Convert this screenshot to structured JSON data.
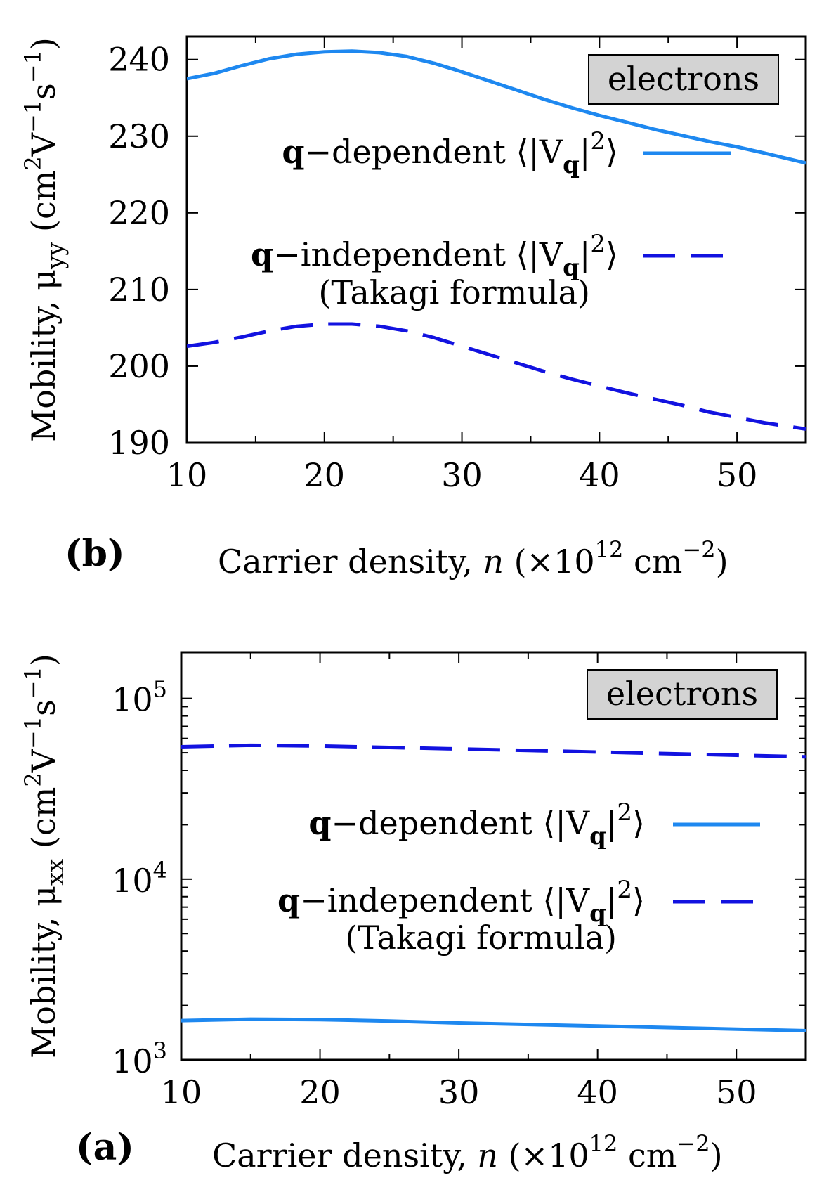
{
  "colors": {
    "q_dependent": "#1e88f0",
    "q_independent": "#1212e0",
    "label_box": "#d3d3d3"
  },
  "chart_data": [
    {
      "panel": "(b)",
      "type": "line",
      "box_label": "electrons",
      "xlabel": "Carrier density, n (×10^12 cm^−2)",
      "xlabel_parts": {
        "prefix": "Carrier density, ",
        "var": "n",
        "mid": " (×10",
        "exp1": "12",
        "unit": " cm",
        "exp2": "−2",
        "close": ")"
      },
      "ylabel": "Mobility, μyy (cm^2V^−1s^−1)",
      "ylabel_parts": {
        "prefix": "Mobility, μ",
        "sub": "yy",
        "unit_open": " (cm",
        "e1": "2",
        "v": "V",
        "e2": "−1",
        "s": "s",
        "e3": "−1",
        "close": ")"
      },
      "xlim": [
        10,
        55
      ],
      "ylim": [
        190,
        243
      ],
      "yscale": "linear",
      "xticks": [
        10,
        20,
        30,
        40,
        50
      ],
      "xtick_labels": [
        "10",
        "20",
        "30",
        "40",
        "50"
      ],
      "yticks": [
        190,
        200,
        210,
        220,
        230,
        240
      ],
      "ytick_labels": [
        "190",
        "200",
        "210",
        "220",
        "230",
        "240"
      ],
      "legend_position": "right",
      "series": [
        {
          "name_bold": "q",
          "name_text": "−dependent ⟨|V",
          "name_sub": "q",
          "name_tail": "|",
          "name_sup": "2",
          "name_close": "⟩",
          "style": "solid",
          "x": [
            10,
            12,
            14,
            16,
            18,
            20,
            22,
            24,
            26,
            28,
            30,
            32,
            34,
            36,
            38,
            40,
            42,
            44,
            46,
            48,
            50,
            52,
            55
          ],
          "y": [
            237.5,
            238.2,
            239.2,
            240.1,
            240.7,
            241.0,
            241.1,
            240.9,
            240.4,
            239.5,
            238.4,
            237.2,
            236.0,
            234.8,
            233.7,
            232.7,
            231.8,
            230.9,
            230.1,
            229.3,
            228.6,
            227.8,
            226.5
          ]
        },
        {
          "name_bold": "q",
          "name_text": "−independent ⟨|V",
          "name_sub": "q",
          "name_tail": "|",
          "name_sup": "2",
          "name_close": "⟩",
          "name_line2": "(Takagi formula)",
          "style": "dashed",
          "x": [
            10,
            12,
            14,
            16,
            18,
            20,
            22,
            24,
            26,
            28,
            30,
            32,
            34,
            36,
            38,
            40,
            42,
            44,
            46,
            48,
            50,
            52,
            55
          ],
          "y": [
            202.6,
            203.1,
            203.8,
            204.6,
            205.2,
            205.5,
            205.5,
            205.2,
            204.6,
            203.7,
            202.6,
            201.5,
            200.4,
            199.3,
            198.3,
            197.4,
            196.5,
            195.7,
            194.9,
            194.0,
            193.3,
            192.6,
            191.8
          ]
        }
      ]
    },
    {
      "panel": "(a)",
      "type": "line",
      "box_label": "electrons",
      "xlabel": "Carrier density, n (×10^12 cm^−2)",
      "xlabel_parts": {
        "prefix": "Carrier density, ",
        "var": "n",
        "mid": " (×10",
        "exp1": "12",
        "unit": " cm",
        "exp2": "−2",
        "close": ")"
      },
      "ylabel": "Mobility, μxx (cm^2V^−1s^−1)",
      "ylabel_parts": {
        "prefix": "Mobility, μ",
        "sub": "xx",
        "unit_open": " (cm",
        "e1": "2",
        "v": "V",
        "e2": "−1",
        "s": "s",
        "e3": "−1",
        "close": ")"
      },
      "xlim": [
        10,
        55
      ],
      "ylim": [
        1000,
        180000
      ],
      "yscale": "log",
      "xticks": [
        10,
        20,
        30,
        40,
        50
      ],
      "xtick_labels": [
        "10",
        "20",
        "30",
        "40",
        "50"
      ],
      "yticks": [
        1000,
        10000,
        100000
      ],
      "ytick_labels": [
        {
          "base": "10",
          "exp": "3"
        },
        {
          "base": "10",
          "exp": "4"
        },
        {
          "base": "10",
          "exp": "5"
        }
      ],
      "legend_position": "right",
      "series": [
        {
          "name_bold": "q",
          "name_text": "−dependent ⟨|V",
          "name_sub": "q",
          "name_tail": "|",
          "name_sup": "2",
          "name_close": "⟩",
          "style": "solid",
          "x": [
            10,
            15,
            20,
            25,
            30,
            35,
            40,
            45,
            50,
            55
          ],
          "y": [
            1650,
            1680,
            1670,
            1640,
            1600,
            1570,
            1540,
            1510,
            1480,
            1450
          ]
        },
        {
          "name_bold": "q",
          "name_text": "−independent ⟨|V",
          "name_sub": "q",
          "name_tail": "|",
          "name_sup": "2",
          "name_close": "⟩",
          "name_line2": "(Takagi formula)",
          "style": "dashed",
          "x": [
            10,
            15,
            20,
            25,
            30,
            35,
            40,
            45,
            50,
            55
          ],
          "y": [
            54000,
            55000,
            54500,
            53500,
            52500,
            51500,
            50500,
            49500,
            48500,
            47500
          ]
        }
      ]
    }
  ]
}
